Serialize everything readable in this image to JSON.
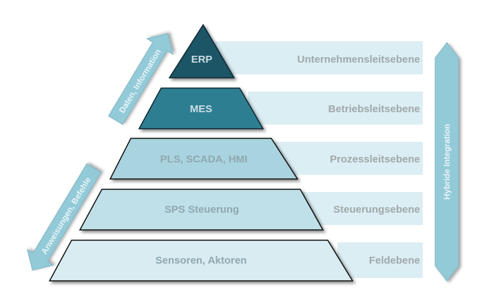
{
  "levels": [
    {
      "pyramid_label": "ERP",
      "level_name": "Unternehmensleitsebene",
      "fill": "#1e5565",
      "text_color": "#c9dde4"
    },
    {
      "pyramid_label": "MES",
      "level_name": "Betriebsleitsebene",
      "fill": "#2e7e92",
      "text_color": "#c9dde4"
    },
    {
      "pyramid_label": "PLS, SCADA, HMI",
      "level_name": "Prozessleitsebene",
      "fill": "#a9d4df",
      "text_color": "#8fa8b0"
    },
    {
      "pyramid_label": "SPS Steuerung",
      "level_name": "Steuerungsebene",
      "fill": "#bfe0e8",
      "text_color": "#8fa8b0"
    },
    {
      "pyramid_label": "Sensoren, Aktoren",
      "level_name": "Feldebene",
      "fill": "#d8ecf1",
      "text_color": "#8fa8b0"
    }
  ],
  "arrows": {
    "data_up": "Daten, Information",
    "commands_down": "Anweisungen, Befehle",
    "hybrid": "Hybride Integration"
  },
  "colors": {
    "band": "#dbeef3",
    "arrow_fill": "#93cad8",
    "level_name_text": "#a0a8ab",
    "arrow_text": "#eaf5f8"
  }
}
